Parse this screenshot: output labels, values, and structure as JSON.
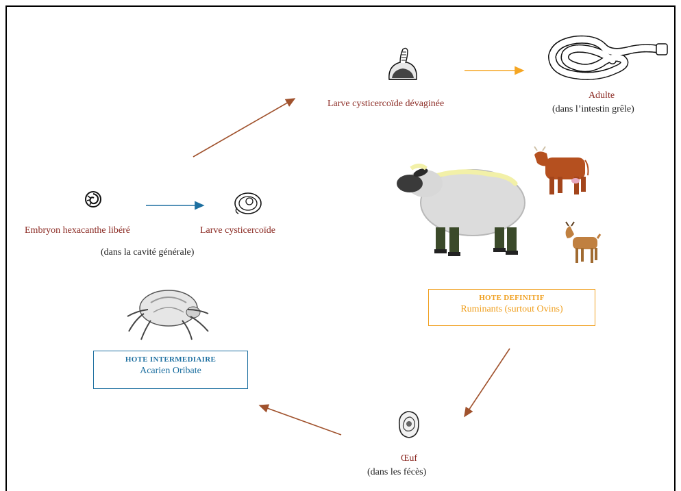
{
  "labels": {
    "larve_devaginee": "Larve cysticercoïde dévaginée",
    "adulte": "Adulte",
    "adulte_loc": "(dans l’intestin grêle)",
    "embryon": "Embryon hexacanthe libéré",
    "larve_cysticercoide": "Larve cysticercoïde",
    "cavite": "(dans  la cavité générale)",
    "oeuf": "Œuf",
    "oeuf_loc": "(dans  les fécès)"
  },
  "definitive_host": {
    "title": "HOTE DEFINITIF",
    "subtitle": "Ruminants (surtout Ovins)",
    "color": "#f0a020"
  },
  "intermediate_host": {
    "title": "HOTE INTERMEDIAIRE",
    "subtitle": "Acarien Oribate",
    "color": "#1d6fa0"
  },
  "colors": {
    "arrow_brown": "#a0522d",
    "arrow_orange": "#f5a623",
    "arrow_blue": "#1d6fa0",
    "label_maroon": "#8b2a23"
  },
  "icons": [
    "hexacanth-embryo-icon",
    "cysticercoid-larva-icon",
    "evaginated-larva-icon",
    "adult-tapeworm-icon",
    "sheep-icon",
    "cow-icon",
    "goat-icon",
    "mite-icon",
    "egg-icon"
  ]
}
